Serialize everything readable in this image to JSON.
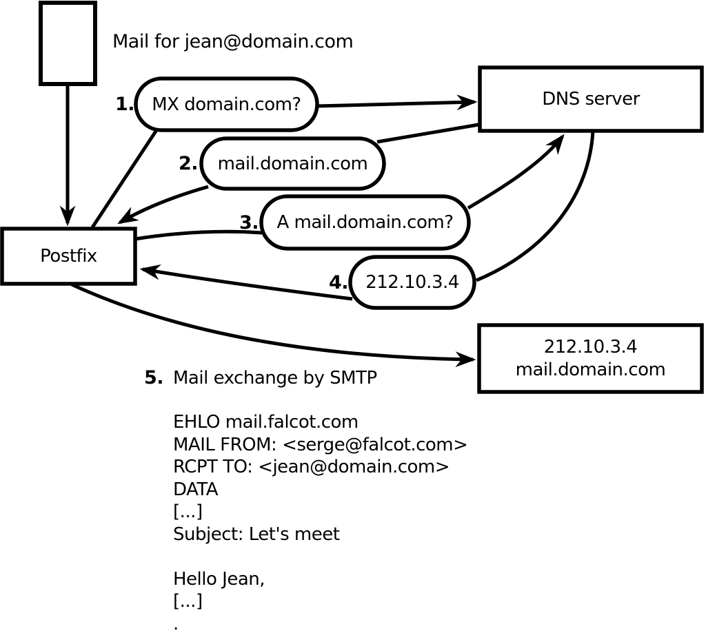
{
  "diagram": {
    "title": "Mail for jean@domain.com",
    "nodes": {
      "postfix": "Postfix",
      "dns": "DNS server",
      "mailserver_ip": "212.10.3.4",
      "mailserver_host": "mail.domain.com"
    },
    "steps": [
      {
        "num": "1.",
        "label": "MX domain.com?"
      },
      {
        "num": "2.",
        "label": "mail.domain.com"
      },
      {
        "num": "3.",
        "label": "A mail.domain.com?"
      },
      {
        "num": "4.",
        "label": "212.10.3.4"
      },
      {
        "num": "5.",
        "label": "Mail exchange by SMTP"
      }
    ],
    "smtp_session": [
      "EHLO mail.falcot.com",
      "MAIL FROM: <serge@falcot.com>",
      "RCPT TO: <jean@domain.com>",
      "DATA",
      "[...]",
      "Subject: Let's meet",
      "",
      "Hello Jean,",
      "[...]",
      "."
    ],
    "colors": {
      "stroke": "#000000",
      "background": "#ffffff"
    }
  }
}
